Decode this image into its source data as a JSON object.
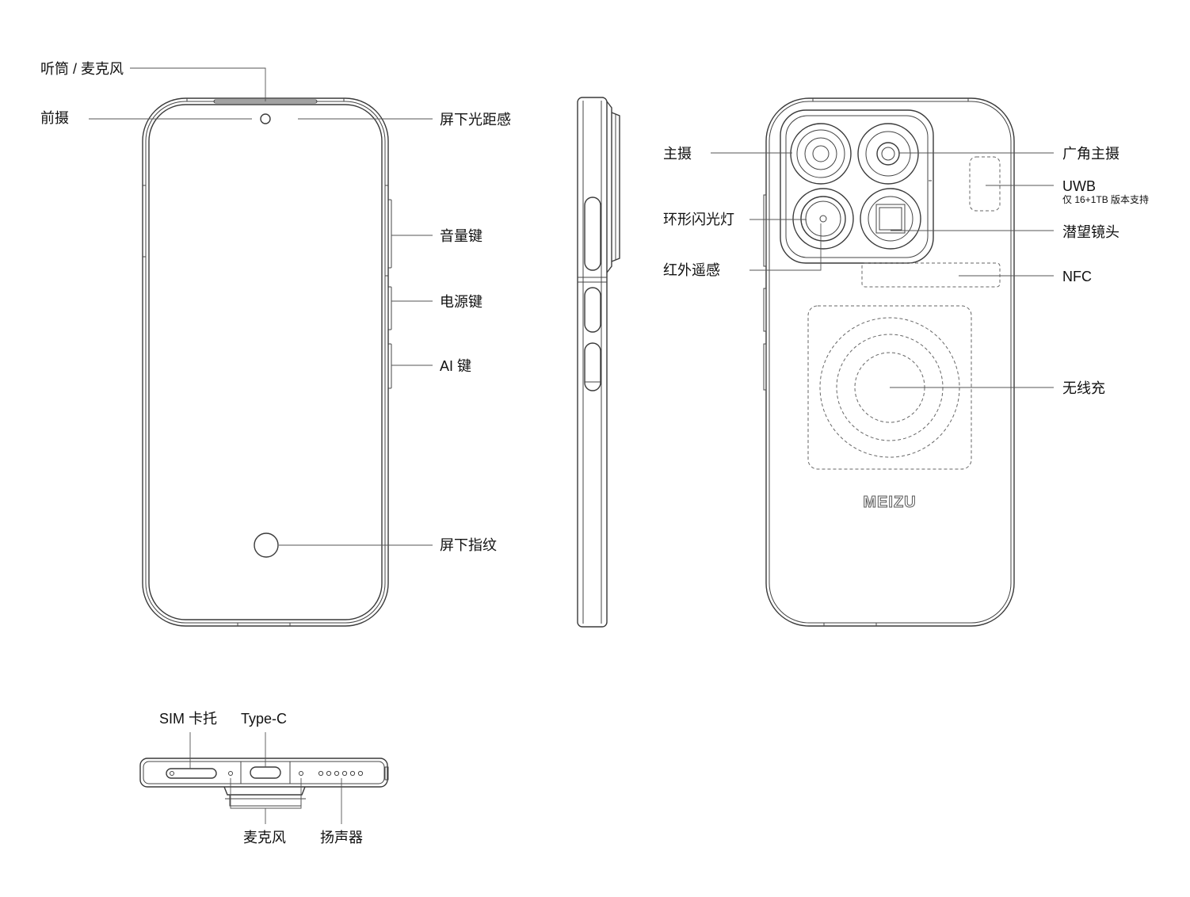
{
  "front_labels": {
    "earpiece_mic": "听筒 / 麦克风",
    "front_camera": "前摄",
    "under_display_sensor": "屏下光距感",
    "volume_key": "音量键",
    "power_key": "电源键",
    "ai_key": "AI 键",
    "under_display_fingerprint": "屏下指纹"
  },
  "back_labels": {
    "main_camera": "主摄",
    "wide_main": "广角主摄",
    "uwb": "UWB",
    "uwb_note": "仅 16+1TB 版本支持",
    "ring_flash": "环形闪光灯",
    "periscope": "潜望镜头",
    "ir_blaster": "红外遥感",
    "nfc": "NFC",
    "wireless_charging": "无线充",
    "brand_logo": "MEIZU"
  },
  "bottom_labels": {
    "sim_tray": "SIM 卡托",
    "type_c": "Type-C",
    "microphone": "麦克风",
    "speaker": "扬声器"
  },
  "colors": {
    "line": "#3a3a3a",
    "text": "#111111",
    "background": "#ffffff"
  }
}
